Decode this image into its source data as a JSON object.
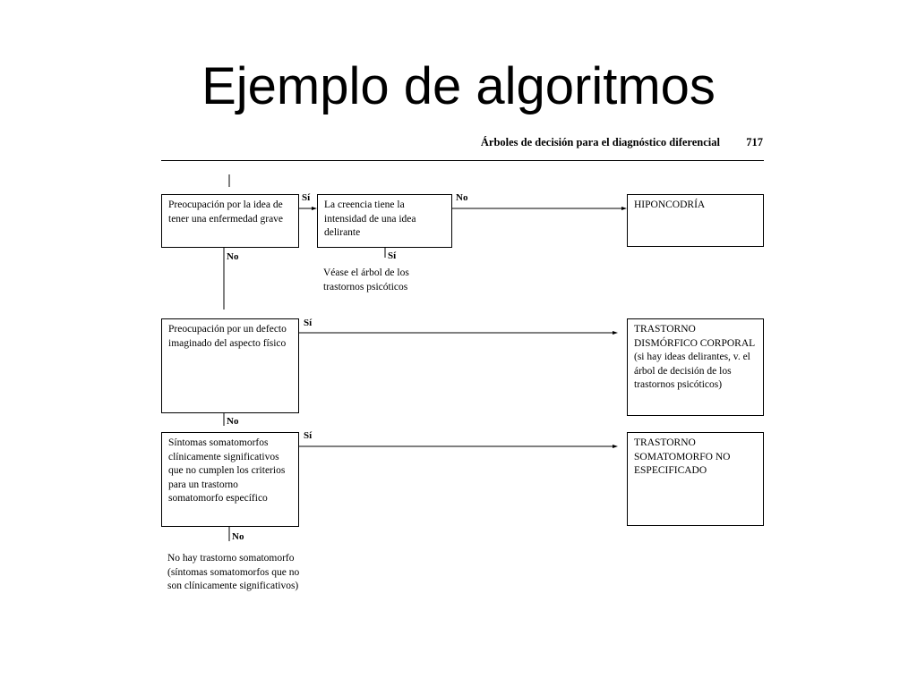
{
  "slide": {
    "title": "Ejemplo de algoritmos"
  },
  "header": {
    "running_title": "Árboles de decisión para el diagnóstico diferencial",
    "page_number": "717"
  },
  "boxes": {
    "q1": "Preocupación por la idea de tener una enfermedad grave",
    "q2": "La creencia tiene la intensidad de una idea delirante",
    "q3": "Preocupación por un defecto imaginado del aspecto físico",
    "q4": "Síntomas somatomorfos clínicamente significativos que no cumplen los criterios para un trastorno somatomorfo específico",
    "d1": "HIPONCODRÍA",
    "d2": "TRASTORNO DISMÓRFICO CORPORAL (si hay ideas delirantes, v. el árbol de decisión de los trastornos psicóticos)",
    "d3": "TRASTORNO SOMATOMORFO NO ESPECIFICADO"
  },
  "labels": {
    "yes": "Sí",
    "no": "No"
  },
  "notes": {
    "psychotic_ref": "Véase el árbol de los trastornos psicóticos",
    "no_disorder": "No hay trastorno somatomorfo (síntomas somatomorfos que no son clínicamente significativos)"
  }
}
